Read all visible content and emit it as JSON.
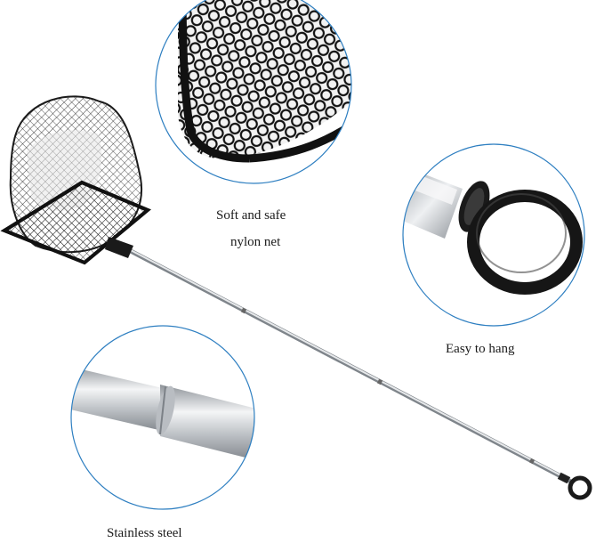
{
  "image": {
    "subject": "fish net",
    "palette": {
      "background": "#ffffff",
      "circle_border": "#2e7fc1",
      "net": "#1b1b1b",
      "steel": "#c9ccd0"
    }
  },
  "captions": {
    "net_line1": "Soft and safe",
    "net_line2": "nylon net",
    "hang": "Easy to hang",
    "steel": "Stainless steel"
  }
}
